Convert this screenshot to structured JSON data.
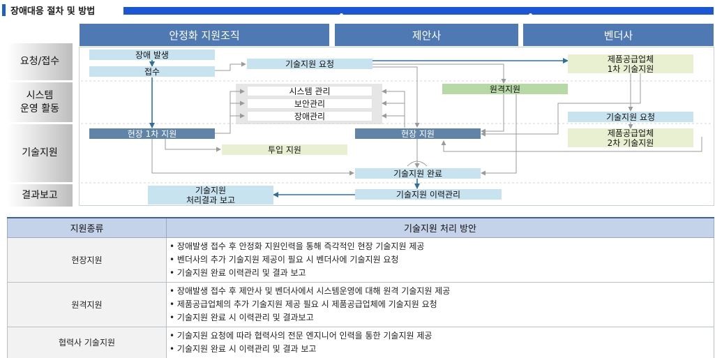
{
  "title": "장애대응 절차 및 방법",
  "columns": [
    "안정화 지원조직",
    "제안사",
    "벤더사"
  ],
  "rows": [
    "요청/접수",
    "시스템\n운영 활동",
    "기술지원",
    "결과보고"
  ],
  "nodes": {
    "incident": "장애 발생",
    "receipt": "접수",
    "tech_request": "기술지원 요청",
    "vendor_first": "제품공급업체\n1차 기술지원",
    "remote": "원격지원",
    "sys_mgmt": "시스템 관리",
    "sec_mgmt": "보안관리",
    "incident_mgmt": "장애관리",
    "vendor_request": "기술지원 요청",
    "vendor_second": "제품공급업체\n2차 기술지원",
    "onsite_first": "현장 1차 지원",
    "onsite": "현장 지원",
    "deploy": "투입 지원",
    "tech_complete": "기술지원 완료",
    "result_report": "기술지원\n처리결과 보고",
    "history": "기술지원 이력관리"
  },
  "table": {
    "headers": [
      "지원종류",
      "기술지원 처리 방안"
    ],
    "rows": [
      {
        "kind": "현장지원",
        "items": [
          "장애발생 접수 후 안정화 지원인력을 통해 즉각적인 현장 기술지원 제공",
          "벤더사의 추가 기술지원 제공이 필요 시 벤더사에 기술지원 요청",
          "기술지원 완료 이력관리 및 결과 보고"
        ]
      },
      {
        "kind": "원격지원",
        "items": [
          "장애발생 접수 후 제안사 및 벤더사에서 시스템운영에 대해 원격 기술지원 제공",
          "제품공급업체의 추가 기술지원 제공 필요 시 제품공급업체에 기술지원 요청",
          "기술지원 완료 시 이력관리 및 결과보고"
        ]
      },
      {
        "kind": "협력사 기술지원",
        "items": [
          "기술지원 요청에 따라 협력사의 전문 엔지니어 인력을 통한 기술지원 제공",
          "기술지원 완료 시 이력관리 및 결과 보고"
        ]
      }
    ]
  },
  "colors": {
    "title_bar": "#1a56d6",
    "column_header": "#4f79b3",
    "light_blue": "#c8e3f0",
    "dark_blue": "#5f84a8",
    "light_green": "#e9f0d2",
    "green": "#b6d9a6",
    "arrow_main": "#2f6f9f",
    "arrow_gray": "#9a9a9a"
  },
  "icons": {
    "bullet": "•"
  }
}
